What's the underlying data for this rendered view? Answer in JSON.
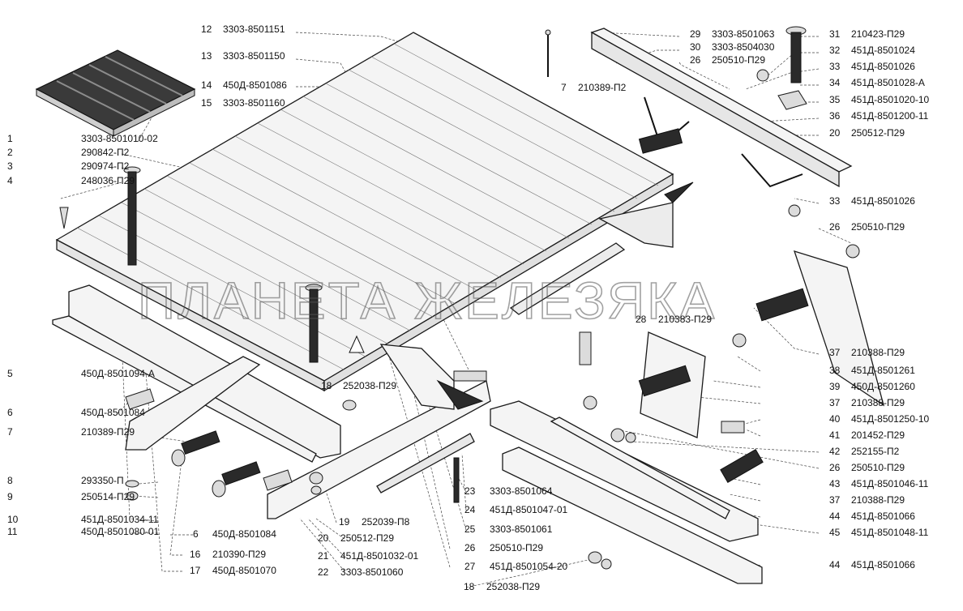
{
  "watermark": "ПЛАНЕТА ЖЕЛЕЗЯКА",
  "callouts": [
    {
      "num": "1",
      "code": "3303-8501010-02"
    },
    {
      "num": "2",
      "code": "290842-П2"
    },
    {
      "num": "3",
      "code": "290974-П2"
    },
    {
      "num": "4",
      "code": "248036-П29"
    },
    {
      "num": "5",
      "code": "450Д-8501094-А"
    },
    {
      "num": "6",
      "code": "450Д-8501084"
    },
    {
      "num": "7",
      "code": "210389-П29"
    },
    {
      "num": "8",
      "code": "293350-П"
    },
    {
      "num": "9",
      "code": "250514-П29"
    },
    {
      "num": "10",
      "code": "451Д-8501034-11"
    },
    {
      "num": "11",
      "code": "450Д-8501080-01"
    },
    {
      "num": "12",
      "code": "3303-8501151"
    },
    {
      "num": "13",
      "code": "3303-8501150"
    },
    {
      "num": "14",
      "code": "450Д-8501086"
    },
    {
      "num": "15",
      "code": "3303-8501160"
    },
    {
      "num": "7",
      "code": "210389-П2"
    },
    {
      "num": "29",
      "code": "3303-8501063"
    },
    {
      "num": "30",
      "code": "3303-8504030"
    },
    {
      "num": "26",
      "code": "250510-П29"
    },
    {
      "num": "31",
      "code": "210423-П29"
    },
    {
      "num": "32",
      "code": "451Д-8501024"
    },
    {
      "num": "33",
      "code": "451Д-8501026"
    },
    {
      "num": "34",
      "code": "451Д-8501028-А"
    },
    {
      "num": "35",
      "code": "451Д-8501020-10"
    },
    {
      "num": "36",
      "code": "451Д-8501200-11"
    },
    {
      "num": "20",
      "code": "250512-П29"
    },
    {
      "num": "33",
      "code": "451Д-8501026"
    },
    {
      "num": "26",
      "code": "250510-П29"
    },
    {
      "num": "37",
      "code": "210388-П29"
    },
    {
      "num": "28",
      "code": "210383-П29"
    },
    {
      "num": "38",
      "code": "451Д-8501261"
    },
    {
      "num": "39",
      "code": "450Д-8501260"
    },
    {
      "num": "37",
      "code": "210388-П29"
    },
    {
      "num": "40",
      "code": "451Д-8501250-10"
    },
    {
      "num": "41",
      "code": "201452-П29"
    },
    {
      "num": "42",
      "code": "252155-П2"
    },
    {
      "num": "26",
      "code": "250510-П29"
    },
    {
      "num": "43",
      "code": "451Д-8501046-11"
    },
    {
      "num": "37",
      "code": "210388-П29"
    },
    {
      "num": "44",
      "code": "451Д-8501066"
    },
    {
      "num": "45",
      "code": "451Д-8501048-11"
    },
    {
      "num": "44",
      "code": "451Д-8501066"
    },
    {
      "num": "18",
      "code": "252038-П29"
    },
    {
      "num": "18",
      "code": "252038-П29"
    },
    {
      "num": "19",
      "code": "252039-П8"
    },
    {
      "num": "20",
      "code": "250512-П29"
    },
    {
      "num": "21",
      "code": "451Д-8501032-01"
    },
    {
      "num": "22",
      "code": "3303-8501060"
    },
    {
      "num": "23",
      "code": "3303-8501064"
    },
    {
      "num": "24",
      "code": "451Д-8501047-01"
    },
    {
      "num": "25",
      "code": "3303-8501061"
    },
    {
      "num": "26",
      "code": "250510-П29"
    },
    {
      "num": "27",
      "code": "451Д-8501054-20"
    },
    {
      "num": "6",
      "code": "450Д-8501084"
    },
    {
      "num": "16",
      "code": "210390-П29"
    },
    {
      "num": "17",
      "code": "450Д-8501070"
    }
  ]
}
